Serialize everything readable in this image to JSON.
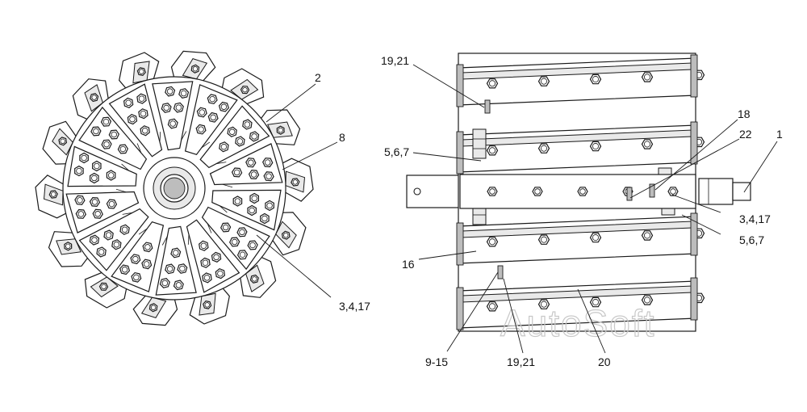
{
  "drawing": {
    "watermark": "AutoSoft",
    "left_view_callouts": [
      {
        "id": "c2",
        "text": "2"
      },
      {
        "id": "c8",
        "text": "8"
      },
      {
        "id": "c3417a",
        "text": "3,4,17"
      }
    ],
    "right_view_callouts": [
      {
        "id": "c1921a",
        "text": "19,21"
      },
      {
        "id": "c18",
        "text": "18"
      },
      {
        "id": "c22",
        "text": "22"
      },
      {
        "id": "c1",
        "text": "1"
      },
      {
        "id": "c567a",
        "text": "5,6,7"
      },
      {
        "id": "c3417b",
        "text": "3,4,17"
      },
      {
        "id": "c567b",
        "text": "5,6,7"
      },
      {
        "id": "c16",
        "text": "16"
      },
      {
        "id": "c915",
        "text": "9-15"
      },
      {
        "id": "c1921b",
        "text": "19,21"
      },
      {
        "id": "c20",
        "text": "20"
      }
    ]
  }
}
